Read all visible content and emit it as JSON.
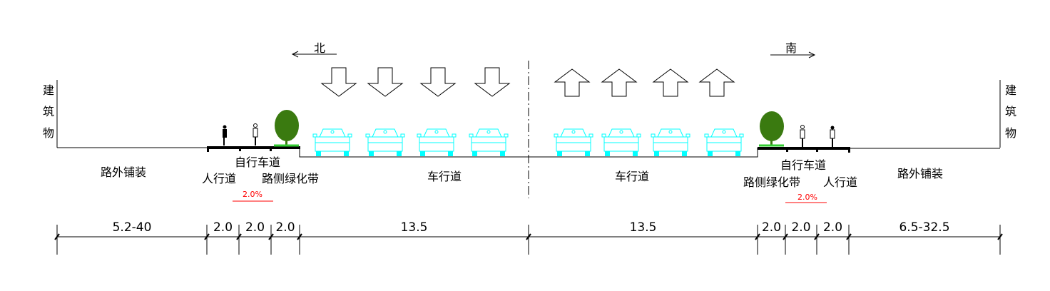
{
  "title": "道路横断面",
  "colors": {
    "line": "#000000",
    "car": "#00ffff",
    "tree": "#3a7a10",
    "grass": "#33cc33",
    "slope": "#ff0000"
  },
  "directions": {
    "north": "北",
    "south": "南"
  },
  "building_left": [
    "建",
    "筑",
    "物"
  ],
  "building_right": [
    "建",
    "筑",
    "物"
  ],
  "labels": {
    "left_paving": "路外铺装",
    "left_sidewalk": "人行道",
    "left_bike": "自行车道",
    "left_green": "路侧绿化带",
    "left_slope": "2.0%",
    "left_carriageway": "车行道",
    "right_carriageway": "车行道",
    "right_green": "路侧绿化带",
    "right_bike": "自行车道",
    "right_sidewalk": "人行道",
    "right_paving": "路外铺装",
    "right_slope": "2.0%"
  },
  "dimensions": [
    "5.2-40",
    "2.0",
    "2.0",
    "2.0",
    "13.5",
    "13.5",
    "2.0",
    "2.0",
    "2.0",
    "6.5-32.5"
  ],
  "lanes": {
    "left_down_arrows": 4,
    "right_up_arrows": 4,
    "left_cars": 4,
    "right_cars": 4
  }
}
